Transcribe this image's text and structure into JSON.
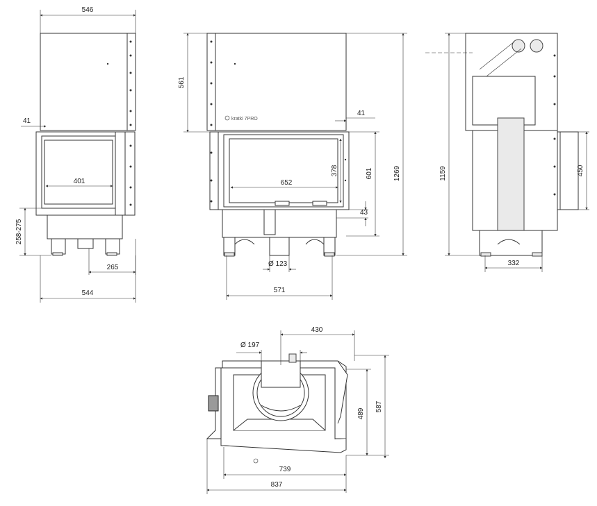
{
  "logo_text": "kratki 7PRO",
  "front_view": {
    "dim_width_top": "546",
    "dim_width_bottom": "544",
    "dim_frame_offset": "41",
    "dim_glass_width": "401",
    "dim_leg_height": "258-275",
    "dim_leg_spacing": "265"
  },
  "side_front_view": {
    "dim_upper_height": "561",
    "dim_frame_offset": "41",
    "dim_glass_width": "652",
    "dim_glass_height": "378",
    "dim_door_height": "601",
    "dim_total_height": "1269",
    "dim_bottom_offset": "43",
    "dim_outlet_diameter": "Ø 123",
    "dim_base_width": "571"
  },
  "side_view": {
    "dim_height": "1159",
    "dim_opening_height": "450",
    "dim_depth": "332"
  },
  "top_view": {
    "dim_flue_diameter": "Ø 197",
    "dim_flue_offset": "430",
    "dim_depth_inner": "489",
    "dim_depth_outer": "587",
    "dim_width_inner": "739",
    "dim_width_outer": "837"
  }
}
